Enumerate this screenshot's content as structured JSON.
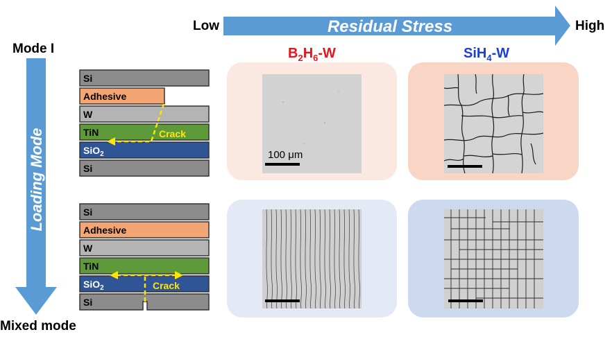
{
  "stress_axis": {
    "low": "Low",
    "title": "Residual Stress",
    "high": "High"
  },
  "mode_axis": {
    "top": "Mode I",
    "title": "Loading Mode",
    "bottom": "Mixed mode"
  },
  "columns": {
    "b2h6": {
      "base1": "B",
      "sub1": "2",
      "base2": "H",
      "sub2": "6",
      "suffix": "-W",
      "color": "#e8141c"
    },
    "sih4": {
      "base1": "SiH",
      "sub1": "4",
      "suffix": "-W",
      "color": "#1a3fd6"
    }
  },
  "stack_layers": {
    "si": "Si",
    "adhesive": "Adhesive",
    "w": "W",
    "tin": "TiN",
    "sio2_base": "SiO",
    "sio2_sub": "2"
  },
  "crack_label": "Crack",
  "scale_label": "100 μm",
  "colors": {
    "arrow_blue": "#5b9bd5",
    "si": "#8c8c8c",
    "adhesive": "#f4a574",
    "w": "#b4b4b4",
    "tin": "#5e9a3a",
    "sio2": "#2f5597",
    "crack": "#ffe600",
    "panel_low_top": "#fbe8e0",
    "panel_high_top": "#f8d5c5",
    "panel_low_bottom": "#e3eaf6",
    "panel_high_bottom": "#cdd9ef"
  }
}
